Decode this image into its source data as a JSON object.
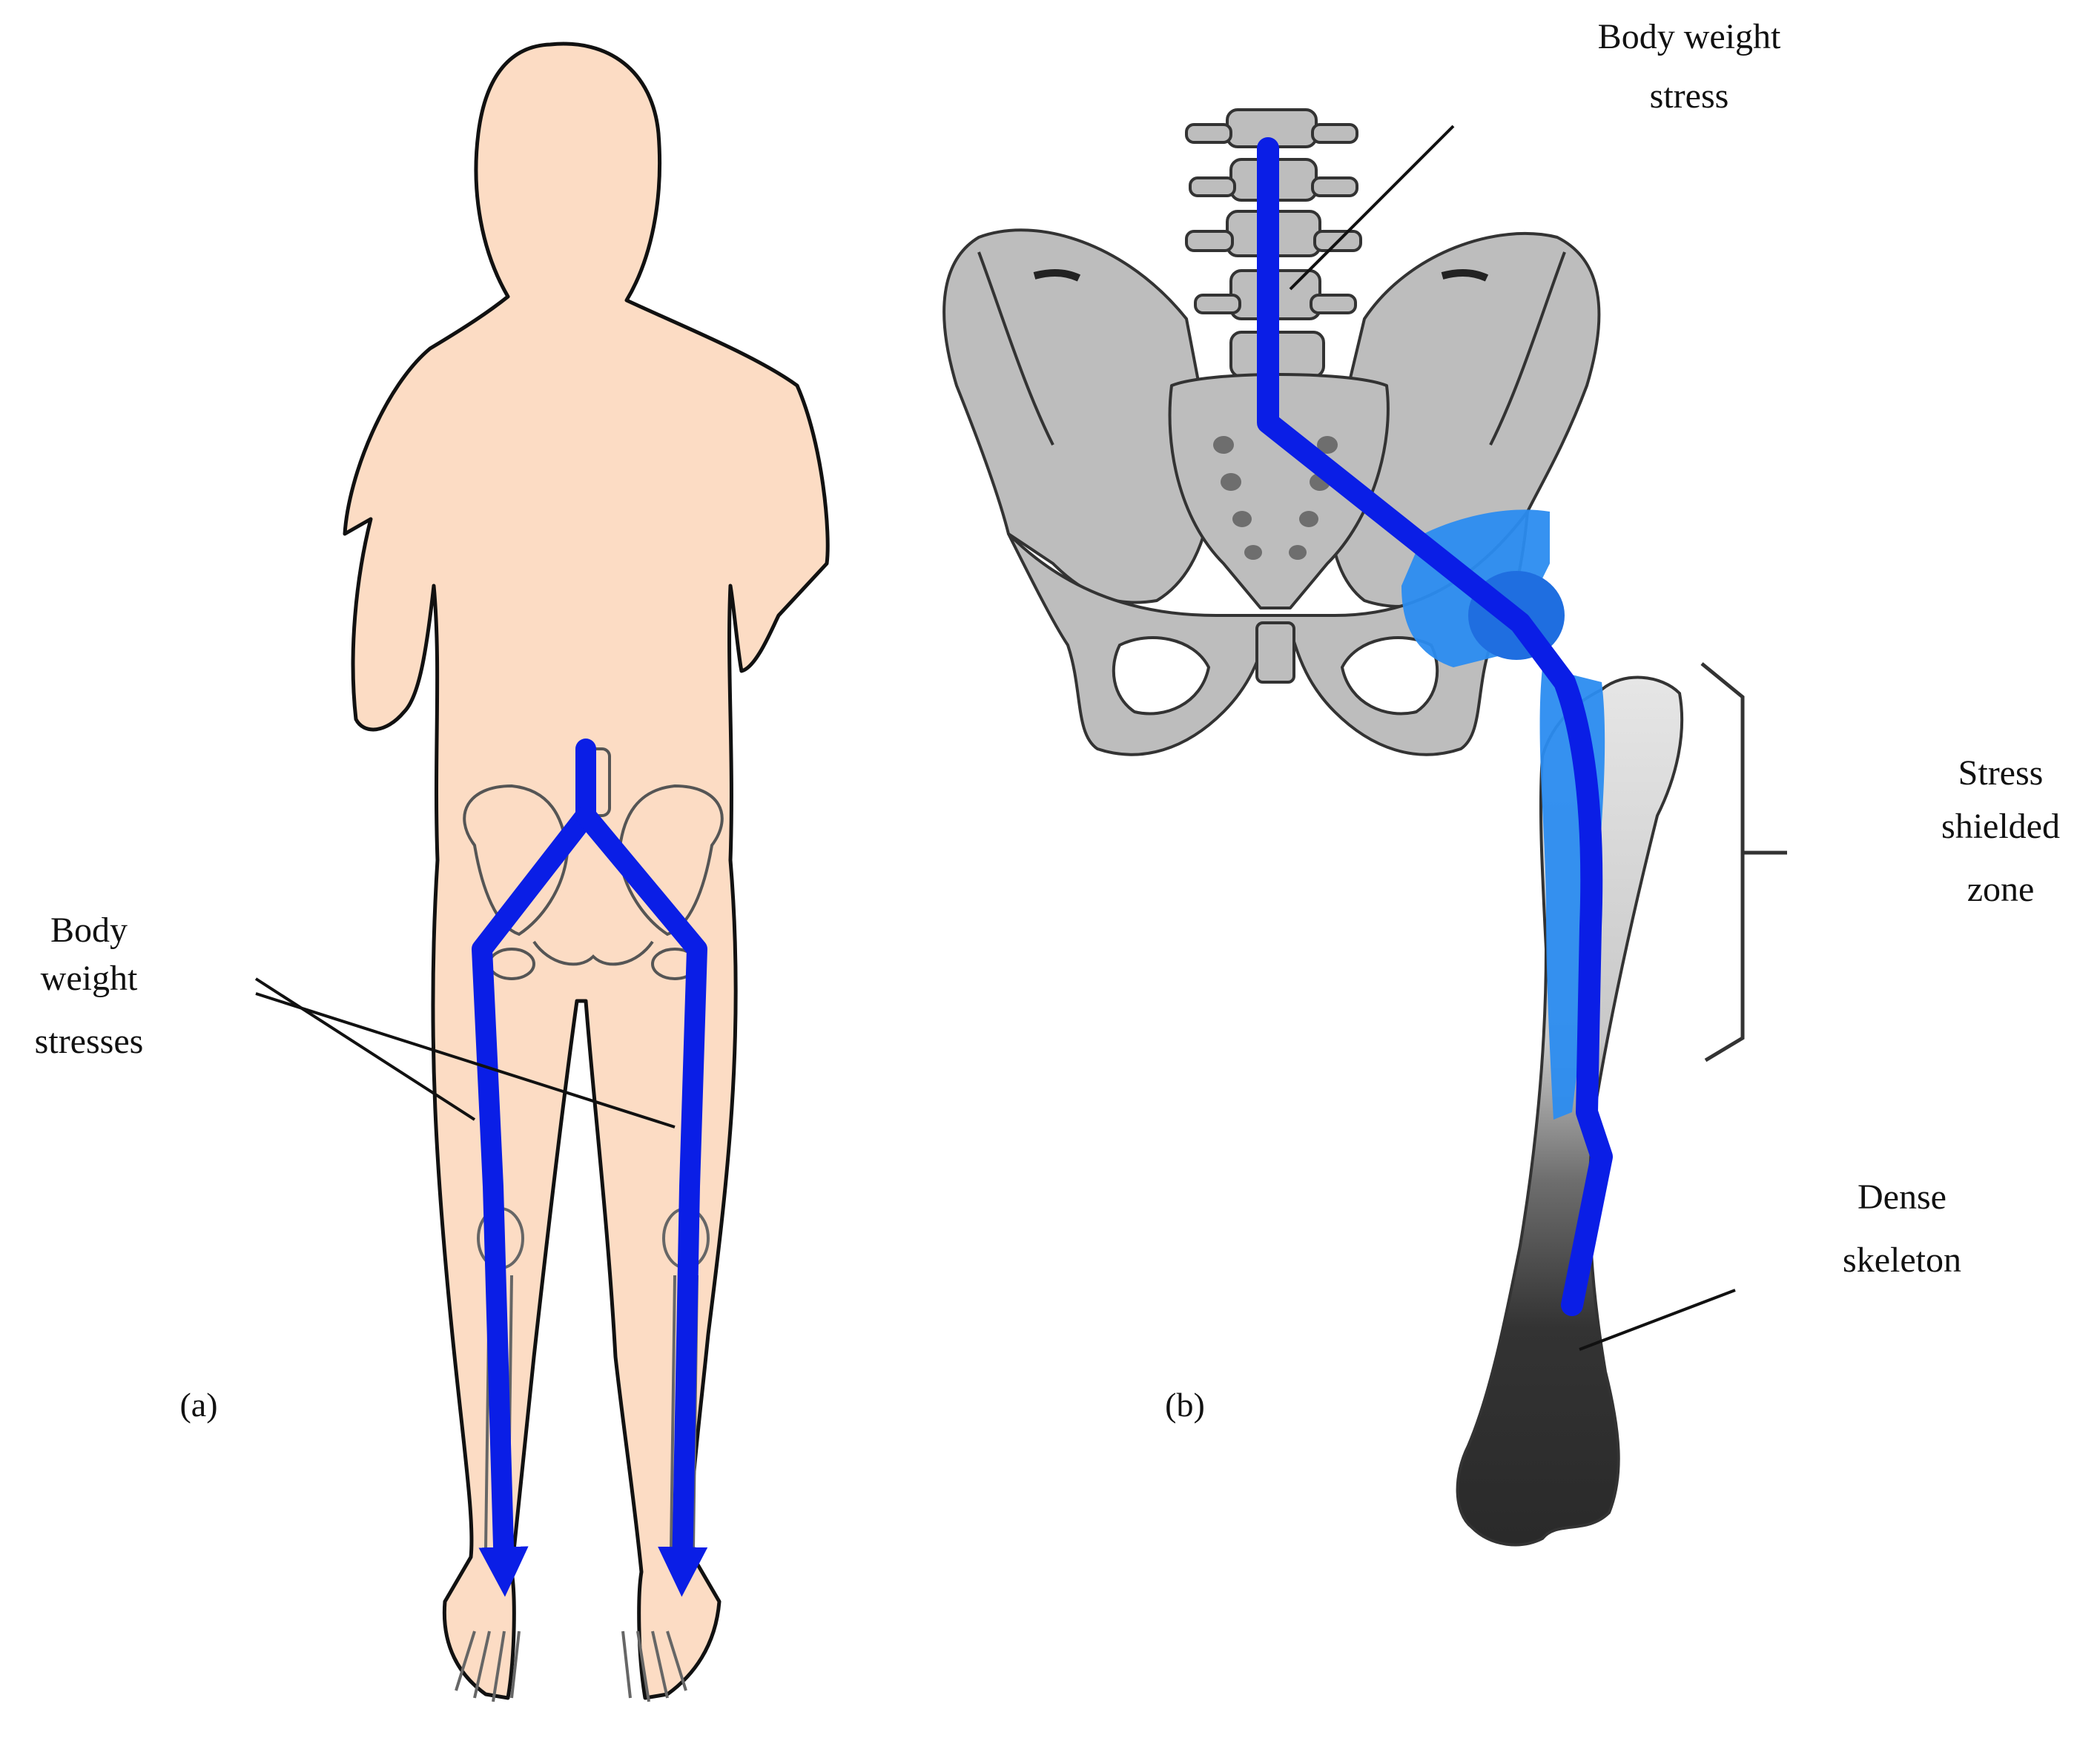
{
  "panel_a": {
    "label": "(a)",
    "annotation": {
      "lines": [
        "Body",
        "weight",
        "stresses"
      ]
    }
  },
  "panel_b": {
    "label": "(b)",
    "annotations": {
      "body_weight_stress": [
        "Body weight",
        "stress"
      ],
      "stress_shielded_zone": [
        "Stress",
        "shielded",
        "zone"
      ],
      "dense_skeleton": [
        "Dense",
        "skeleton"
      ]
    }
  },
  "colors": {
    "skin": "#fcdcc4",
    "bone": "#bdbdbd",
    "stress_path": "#0a1ee6",
    "implant": "#2b8cf0",
    "dense_bone": "#2a2a2a",
    "outline": "#111111"
  }
}
